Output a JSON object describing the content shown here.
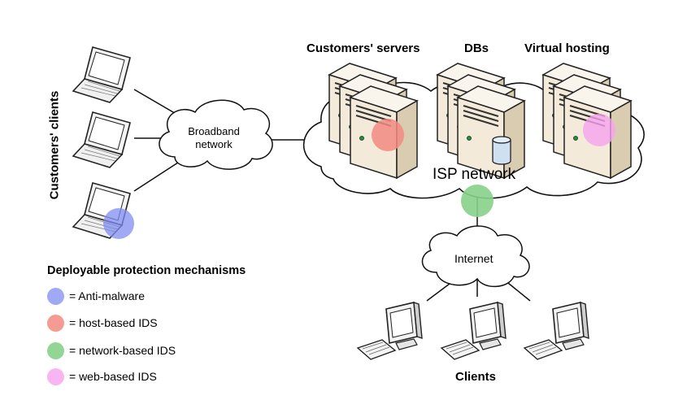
{
  "labels": {
    "customers_servers": "Customers' servers",
    "dbs": "DBs",
    "virtual_hosting": "Virtual hosting",
    "customers_clients": "Customers' clients",
    "broadband_line1": "Broadband",
    "broadband_line2": "network",
    "isp_network": "ISP network",
    "internet": "Internet",
    "clients": "Clients"
  },
  "legend": {
    "title": "Deployable protection mechanisms",
    "items": [
      {
        "label": "= Anti-malware",
        "color": "#7f8cf0"
      },
      {
        "label": "= host-based IDS",
        "color": "#f28a80"
      },
      {
        "label": "= network-based IDS",
        "color": "#86d08a"
      },
      {
        "label": "= web-based IDS",
        "color": "#f6a2ef"
      }
    ]
  },
  "colors": {
    "server_face": "#f3ead9",
    "server_side": "#d9ccb1",
    "anti_malware": "#7f8cf0",
    "host_ids": "#f28a80",
    "network_ids": "#86d08a",
    "web_ids": "#f6a2ef"
  },
  "icons": [
    "laptop-icon",
    "cloud-icon",
    "server-icon",
    "database-icon",
    "desktop-monitor-icon",
    "keyboard-icon"
  ]
}
